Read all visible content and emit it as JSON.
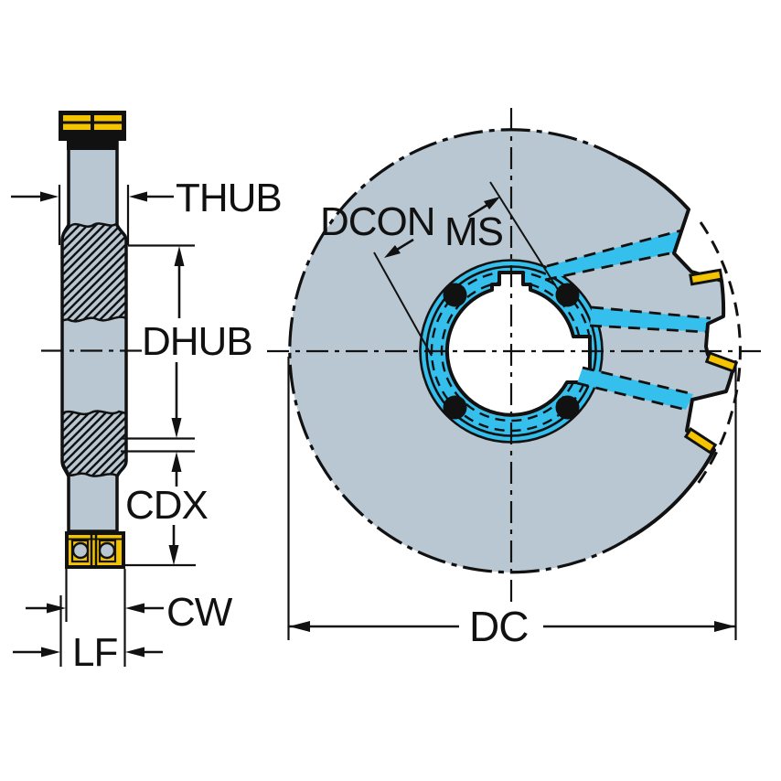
{
  "drawing": {
    "type": "technical-dimension-diagram",
    "subject": "side and face milling cutter, side section view and front view",
    "colors": {
      "body": "#b9c7d2",
      "coolant": "#35bfec",
      "insert": "#f5c400",
      "line": "#111111",
      "background": "#ffffff"
    },
    "side_view": {
      "labels": {
        "thub": "THUB",
        "dhub": "DHUB",
        "cdx": "CDX",
        "cw": "CW",
        "lf": "LF"
      }
    },
    "front_view": {
      "labels": {
        "dcon": "DCON",
        "ms": "MS",
        "dc": "DC"
      }
    }
  }
}
